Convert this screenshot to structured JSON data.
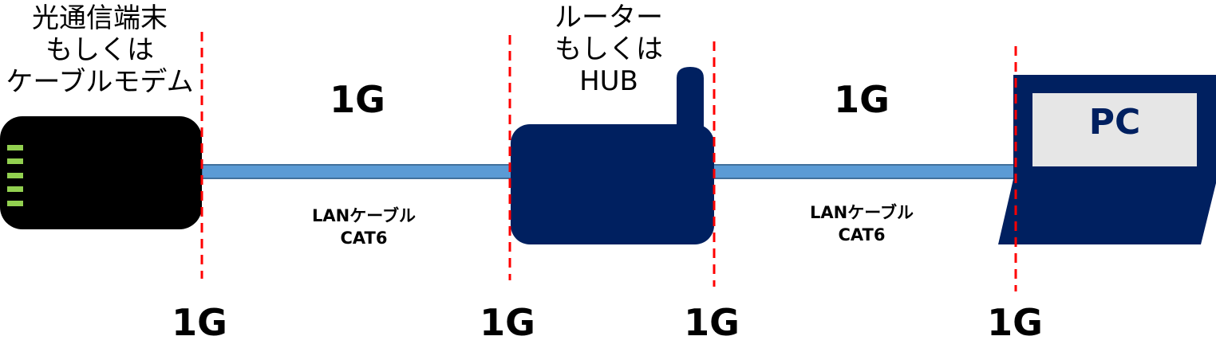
{
  "devices": {
    "modem": {
      "label_lines": [
        "光通信端末",
        "もしくは",
        "ケーブルモデム"
      ]
    },
    "router": {
      "label_lines": [
        "ルーター",
        "もしくは",
        "HUB"
      ]
    },
    "pc": {
      "label": "PC"
    }
  },
  "links": [
    {
      "speed": "1G",
      "cable_lines": [
        "LANケーブル",
        "CAT6"
      ]
    },
    {
      "speed": "1G",
      "cable_lines": [
        "LANケーブル",
        "CAT6"
      ]
    }
  ],
  "port_speeds": [
    "1G",
    "1G",
    "1G",
    "1G"
  ],
  "colors": {
    "navy": "#002060",
    "cable": "#5b9bd5",
    "cable_border": "#41719c",
    "boundary": "#ff0000",
    "led": "#92d050",
    "screen": "#e6e6e6"
  }
}
